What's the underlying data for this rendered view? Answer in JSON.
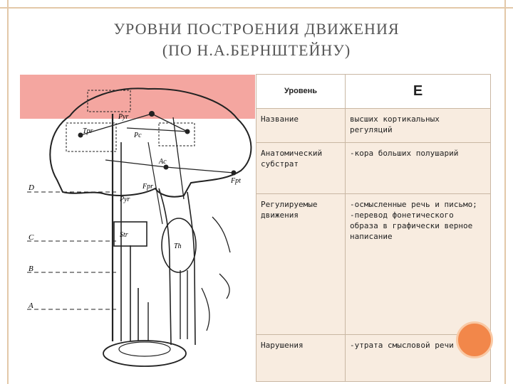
{
  "slide": {
    "title_line1": "УРОВНИ ПОСТРОЕНИЯ ДВИЖЕНИЯ",
    "title_line2": "(ПО Н.А.БЕРНШТЕЙНУ)",
    "accent_color": "#f2874a",
    "highlight_color": "#f4a6a0"
  },
  "diagram": {
    "labels": {
      "pyr1": "Pyr",
      "pc": "Pc",
      "tpr": "Tpr",
      "ac": "Ac",
      "pyr2": "Pyr",
      "fpr": "Fpr",
      "fpt": "Fpt",
      "str": "Str",
      "th": "Th",
      "lev_d": "D",
      "lev_c": "C",
      "lev_b": "B",
      "lev_a": "A"
    }
  },
  "table": {
    "header": {
      "label": "Уровень",
      "value": "Е"
    },
    "rows": [
      {
        "label": "Название",
        "value": "высших кортикальных регуляций"
      },
      {
        "label": "Анатомический субстрат",
        "value": "-кора больших полушарий"
      },
      {
        "label": "Регулируемые движения",
        "value": "-осмысленные речь и письмо;\n-перевод фонетического образа в графически верное написание"
      },
      {
        "label": "Нарушения",
        "value": "-утрата смысловой речи"
      }
    ]
  }
}
